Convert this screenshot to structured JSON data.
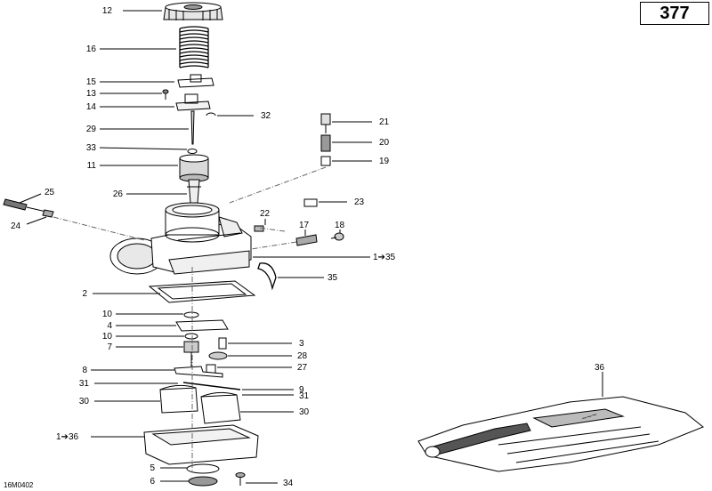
{
  "page_number": "377",
  "reference_code": "16M0402",
  "callouts": [
    {
      "id": "c12",
      "label": "12"
    },
    {
      "id": "c16",
      "label": "16"
    },
    {
      "id": "c15",
      "label": "15"
    },
    {
      "id": "c13",
      "label": "13"
    },
    {
      "id": "c14",
      "label": "14"
    },
    {
      "id": "c32",
      "label": "32"
    },
    {
      "id": "c29",
      "label": "29"
    },
    {
      "id": "c21",
      "label": "21"
    },
    {
      "id": "c33",
      "label": "33"
    },
    {
      "id": "c20",
      "label": "20"
    },
    {
      "id": "c11",
      "label": "11"
    },
    {
      "id": "c19",
      "label": "19"
    },
    {
      "id": "c25",
      "label": "25"
    },
    {
      "id": "c26",
      "label": "26"
    },
    {
      "id": "c23",
      "label": "23"
    },
    {
      "id": "c22",
      "label": "22"
    },
    {
      "id": "c17",
      "label": "17"
    },
    {
      "id": "c18",
      "label": "18"
    },
    {
      "id": "c24",
      "label": "24"
    },
    {
      "id": "c1_35",
      "label": "1➔35"
    },
    {
      "id": "c35",
      "label": "35"
    },
    {
      "id": "c2",
      "label": "2"
    },
    {
      "id": "c10a",
      "label": "10"
    },
    {
      "id": "c4",
      "label": "4"
    },
    {
      "id": "c10b",
      "label": "10"
    },
    {
      "id": "c7",
      "label": "7"
    },
    {
      "id": "c3",
      "label": "3"
    },
    {
      "id": "c28",
      "label": "28"
    },
    {
      "id": "c8",
      "label": "8"
    },
    {
      "id": "c27",
      "label": "27"
    },
    {
      "id": "c31a",
      "label": "31"
    },
    {
      "id": "c9",
      "label": "9"
    },
    {
      "id": "c31b",
      "label": "31"
    },
    {
      "id": "c30a",
      "label": "30"
    },
    {
      "id": "c30b",
      "label": "30"
    },
    {
      "id": "c36",
      "label": "36"
    },
    {
      "id": "c1_36",
      "label": "1➔36"
    },
    {
      "id": "c5",
      "label": "5"
    },
    {
      "id": "c6",
      "label": "6"
    },
    {
      "id": "c34",
      "label": "34"
    }
  ]
}
